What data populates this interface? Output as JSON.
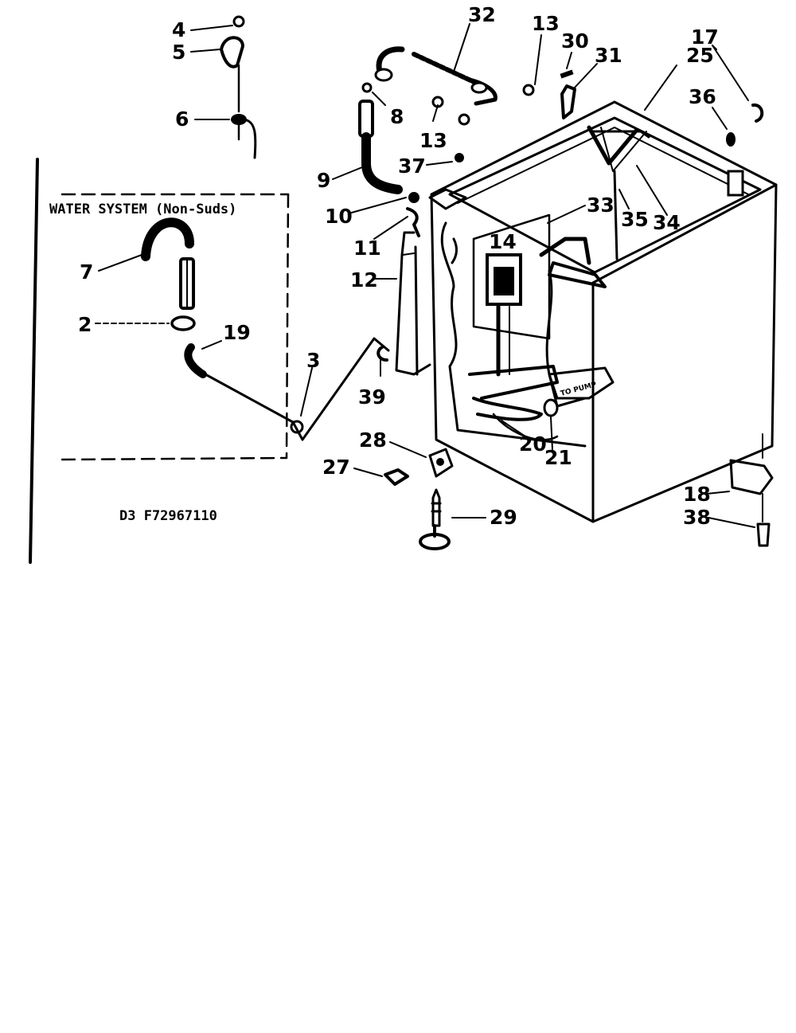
{
  "inset": {
    "title": "WATER SYSTEM (Non-Suds)"
  },
  "diagram_code": "D3 F72967110",
  "pump_label": "TO PUMP",
  "callouts": {
    "c2": "2",
    "c3": "3",
    "c4": "4",
    "c5": "5",
    "c6": "6",
    "c7": "7",
    "c8": "8",
    "c9": "9",
    "c10": "10",
    "c11": "11",
    "c12": "12",
    "c13a": "13",
    "c13b": "13",
    "c14": "14",
    "c17": "17",
    "c18": "18",
    "c19": "19",
    "c20": "20",
    "c21": "21",
    "c25": "25",
    "c27": "27",
    "c28": "28",
    "c29": "29",
    "c30": "30",
    "c31": "31",
    "c32": "32",
    "c33": "33",
    "c34": "34",
    "c35": "35",
    "c36": "36",
    "c37": "37",
    "c38": "38",
    "c39": "39"
  }
}
